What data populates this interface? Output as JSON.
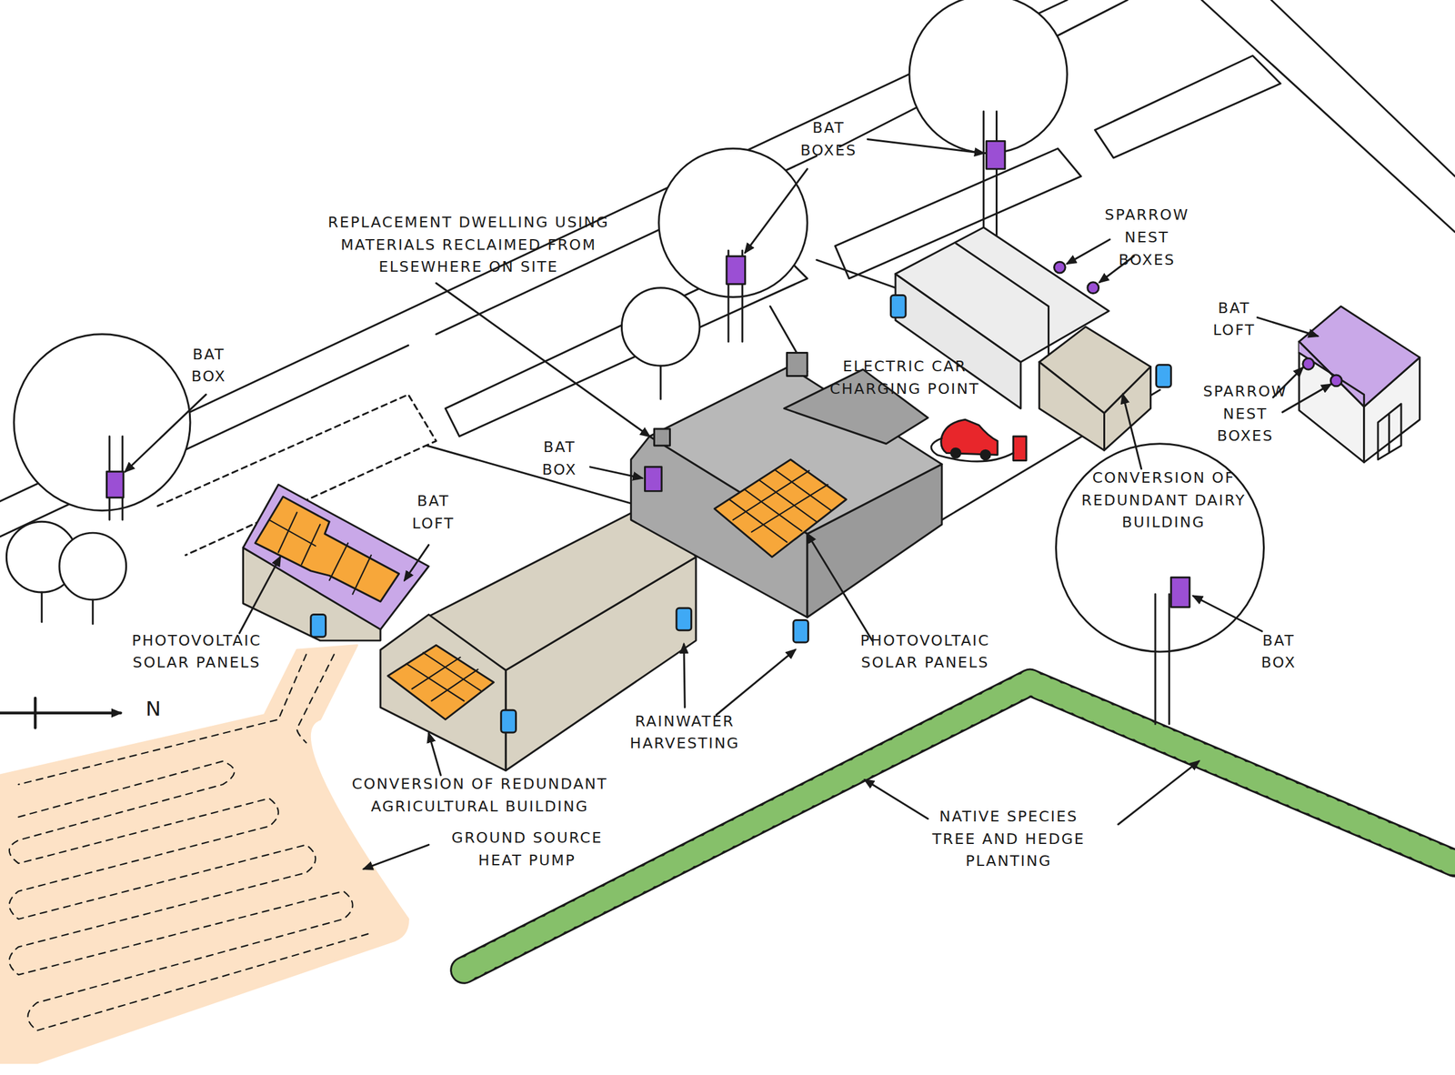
{
  "diagram": {
    "labels": [
      "BAT BOXES",
      "REPLACEMENT DWELLING USING MATERIALS RECLAIMED FROM ELSEWHERE ON SITE",
      "SPARROW NEST BOXES",
      "BAT BOX",
      "BAT LOFT",
      "ELECTRIC CAR CHARGING POINT",
      "BAT BOX",
      "BAT LOFT",
      "SPARROW NEST BOXES",
      "CONVERSION OF REDUNDANT DAIRY BUILDING",
      "PHOTOVOLTAIC SOLAR PANELS",
      "PHOTOVOLTAIC SOLAR PANELS",
      "BAT BOX",
      "N",
      "RAINWATER HARVESTING",
      "CONVERSION OF REDUNDANT AGRICULTURAL BUILDING",
      "GROUND SOURCE HEAT PUMP",
      "NATIVE SPECIES TREE AND HEDGE PLANTING"
    ]
  }
}
